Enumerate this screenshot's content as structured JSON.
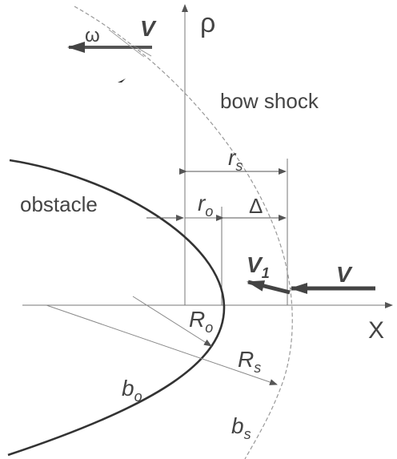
{
  "labels": {
    "rho": "ρ",
    "x_axis": "X",
    "bow_shock": "bow shock",
    "obstacle": "obstacle",
    "omega": "ω",
    "v_top": "V",
    "v_right": "V",
    "v1_base": "V",
    "v1_sub": "1",
    "r_s_base": "r",
    "r_s_sub": "s",
    "r_o_base": "r",
    "r_o_sub": "o",
    "delta": "Δ",
    "R_o_base": "R",
    "R_o_sub": "o",
    "R_s_base": "R",
    "R_s_sub": "s",
    "b_o_base": "b",
    "b_o_sub": "o",
    "b_s_base": "b",
    "b_s_sub": "s"
  },
  "colors": {
    "text": "#444444",
    "obstacle_curve": "#333333",
    "shock_curve": "#999999",
    "axis": "#666666",
    "arrow": "#444444"
  }
}
